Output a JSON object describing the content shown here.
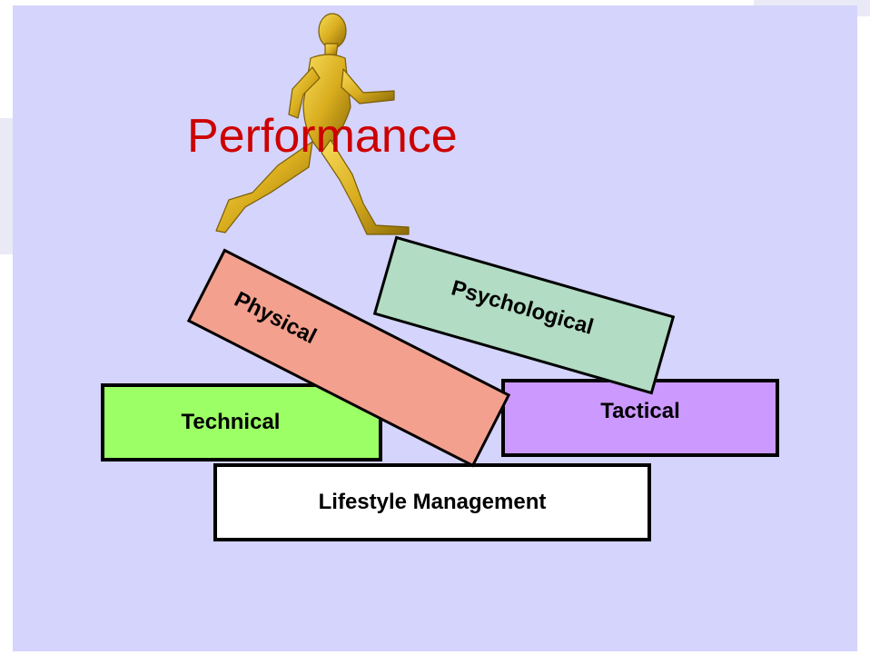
{
  "diagram": {
    "title": "Performance",
    "blocks": {
      "physical": "Physical",
      "psychological": "Psychological",
      "technical": "Technical",
      "tactical": "Tactical",
      "lifestyle": "Lifestyle Management"
    }
  },
  "colors": {
    "background": "#d4d4fc",
    "title": "#cc0000",
    "physical": "#f4a08f",
    "psychological": "#b2dcc4",
    "technical": "#9cff66",
    "tactical": "#cc99ff",
    "lifestyle": "#ffffff",
    "figure": "#d9ad1e"
  },
  "icons": {
    "runner": "running-figure-icon"
  }
}
